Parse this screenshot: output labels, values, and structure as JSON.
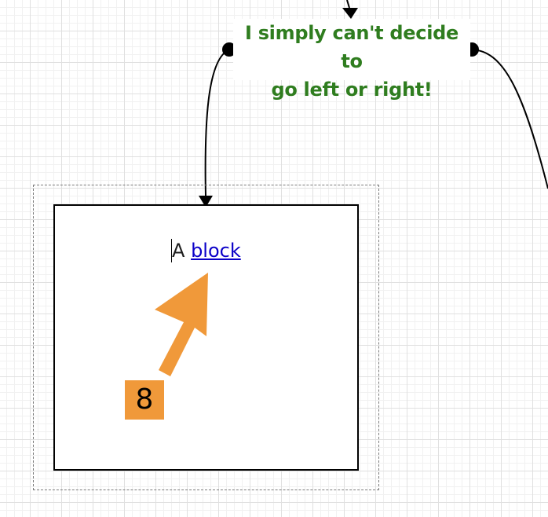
{
  "canvas": {
    "grid": true
  },
  "top_node": {
    "label_line1": "I simply can't decide to",
    "label_line2": "go left or right!",
    "label_color": "#2f7d1f"
  },
  "block_node": {
    "text_prefix": "A",
    "link_text": "block",
    "link_color": "#0b00c8"
  },
  "badge": {
    "number": "8",
    "color": "#f0993a",
    "icon": "arrow-up-right-icon"
  },
  "connectors": {
    "color": "#000000",
    "endpoint_icon": "dot-handle-icon",
    "arrowhead_icon": "arrowhead-down-icon"
  }
}
